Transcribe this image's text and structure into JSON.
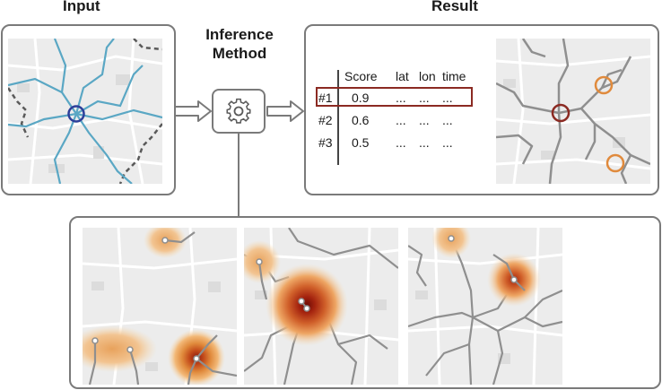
{
  "titles": {
    "input": "Input",
    "method_line1": "Inference",
    "method_line2": "Method",
    "result": "Result"
  },
  "results_table": {
    "headers": [
      "Score",
      "lat",
      "lon",
      "time"
    ],
    "rows": [
      {
        "rank": "#1",
        "score": "0.9",
        "lat": "...",
        "lon": "...",
        "time": "...",
        "highlighted": true
      },
      {
        "rank": "#2",
        "score": "0.6",
        "lat": "...",
        "lon": "...",
        "time": "...",
        "highlighted": false
      },
      {
        "rank": "#3",
        "score": "0.5",
        "lat": "...",
        "lon": "...",
        "time": "...",
        "highlighted": false
      }
    ]
  },
  "colors": {
    "query_route": "#5aa7c4",
    "query_marker": "#2c3f9a",
    "top_result_marker": "#8b2a22",
    "other_result_marker": "#e08a3c",
    "highlight_box": "#8b2a22",
    "panel_border": "#7a7a7a",
    "heat_core": "#8b1a10",
    "heat_edge": "#f5ddb8"
  },
  "icons": [
    "gear-icon",
    "arrow-right-icon"
  ]
}
